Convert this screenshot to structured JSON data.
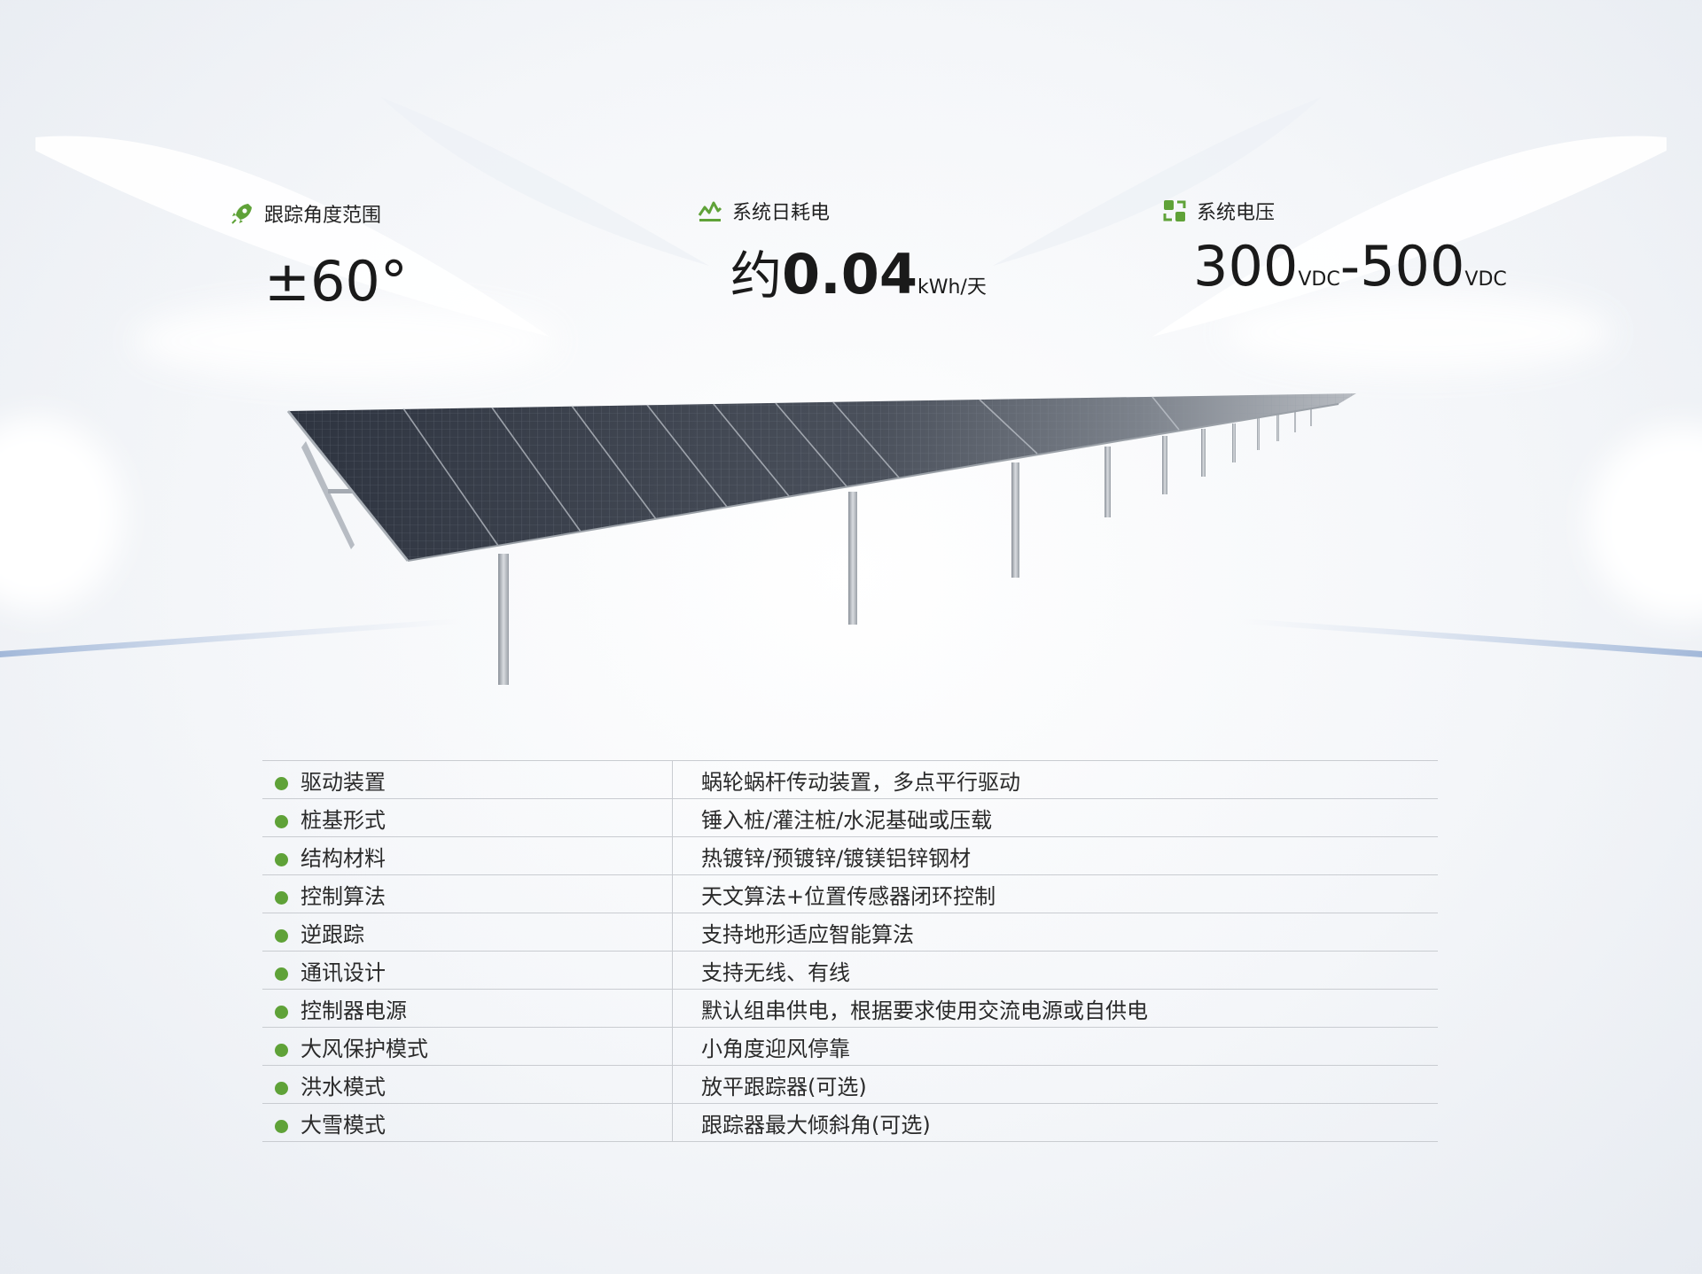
{
  "stats": {
    "angle": {
      "label": "跟踪角度范围",
      "value": "±60°",
      "icon": "rocket-icon"
    },
    "power": {
      "label": "系统日耗电",
      "prefix": "约",
      "value": "0.04",
      "unit": "kWh/天",
      "icon": "line-chart-icon"
    },
    "voltage": {
      "label": "系统电压",
      "value1": "300",
      "unit1": "VDC",
      "sep": "-",
      "value2": "500",
      "unit2": "VDC",
      "icon": "swap-icon"
    }
  },
  "specs": [
    {
      "key": "驱动装置",
      "value": "蜗轮蜗杆传动装置，多点平行驱动"
    },
    {
      "key": "桩基形式",
      "value": "锤入桩/灌注桩/水泥基础或压载"
    },
    {
      "key": "结构材料",
      "value": "热镀锌/预镀锌/镀镁铝锌钢材"
    },
    {
      "key": "控制算法",
      "value": "天文算法+位置传感器闭环控制"
    },
    {
      "key": "逆跟踪",
      "value": "支持地形适应智能算法"
    },
    {
      "key": "通讯设计",
      "value": "支持无线、有线"
    },
    {
      "key": "控制器电源",
      "value": "默认组串供电，根据要求使用交流电源或自供电"
    },
    {
      "key": "大风保护模式",
      "value": "小角度迎风停靠"
    },
    {
      "key": "洪水模式",
      "value": "放平跟踪器(可选)"
    },
    {
      "key": "大雪模式",
      "value": "跟踪器最大倾斜角(可选)"
    }
  ],
  "colors": {
    "accent": "#5fa238",
    "divider": "#c9ccd1",
    "panel": "#3a404a"
  }
}
